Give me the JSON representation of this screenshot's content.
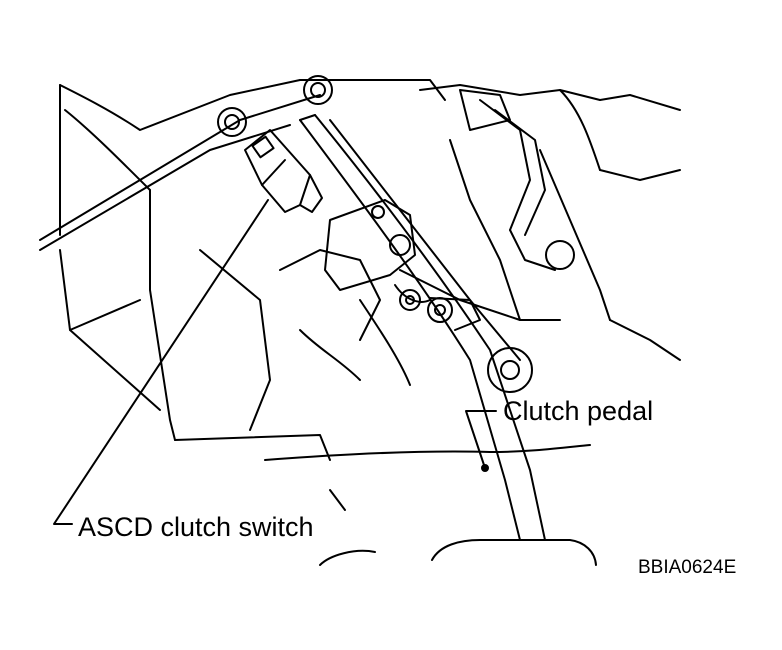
{
  "labels": {
    "clutch_pedal": "Clutch pedal",
    "ascd_clutch_switch": "ASCD clutch switch"
  },
  "figure_id": "BBIA0624E",
  "colors": {
    "line": "#000000",
    "background": "#ffffff"
  }
}
